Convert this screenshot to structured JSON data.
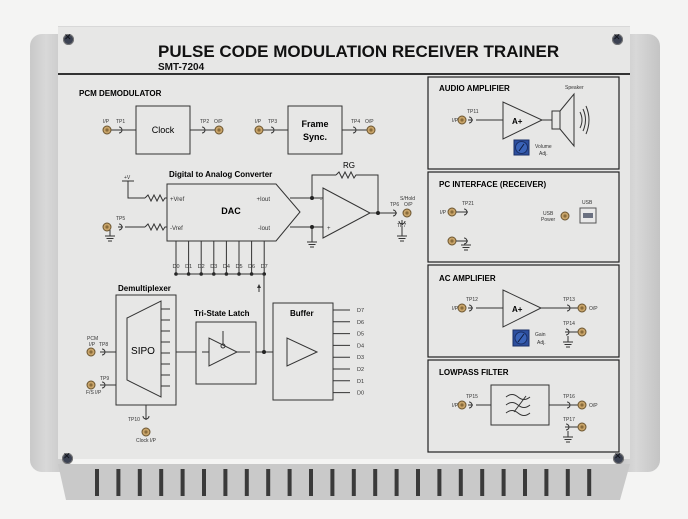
{
  "header": {
    "title": "PULSE CODE MODULATION RECEIVER TRAINER",
    "model": "SMT-7204"
  },
  "pcm_demodulator": {
    "title": "PCM DEMODULATOR",
    "clock": {
      "label": "Clock",
      "in_label": "I/P",
      "in_tp": "TP1",
      "out_tp": "TP2",
      "out_label": "O/P"
    },
    "frame_sync": {
      "label_line1": "Frame",
      "label_line2": "Sync.",
      "in_label": "I/P",
      "in_tp": "TP3",
      "out_tp": "TP4",
      "out_label": "O/P"
    },
    "dac": {
      "title": "Digital to Analog Converter",
      "label": "DAC",
      "vref_pos": "+Vref",
      "vref_neg": "-Vref",
      "iout_pos": "+Iout",
      "iout_neg": "-Iout",
      "supply": "+V",
      "tp5": "TP5",
      "feedback": "RG",
      "tp6": "TP6",
      "sh_label1": "S/Hold",
      "sh_label2": "O/P",
      "tp7": "TP7",
      "pins": [
        "D0",
        "D1",
        "D2",
        "D3",
        "D4",
        "D5",
        "D6",
        "D7"
      ]
    },
    "demux": {
      "title": "Demultiplexer",
      "label": "SIPO",
      "pcm_label1": "PCM",
      "pcm_label2": "I/P",
      "tp8": "TP8",
      "tp9": "TP9",
      "fs_label": "F/S I/P",
      "tp10": "TP10",
      "clock_label": "Clock I/P"
    },
    "latch": {
      "title": "Tri-State Latch"
    },
    "buffer": {
      "title": "Buffer",
      "outputs": [
        "D7",
        "D6",
        "D5",
        "D4",
        "D3",
        "D2",
        "D1",
        "D0"
      ]
    }
  },
  "audio_amplifier": {
    "title": "AUDIO AMPLIFIER",
    "in_label": "I/P",
    "tp": "TP11",
    "amp": "A+",
    "speaker": "Speaker",
    "knob_label1": "Volume",
    "knob_label2": "Adj."
  },
  "pc_interface": {
    "title": "PC INTERFACE (RECEIVER)",
    "in_label": "I/P",
    "tp": "TP21",
    "usb_power1": "USB",
    "usb_power2": "Power",
    "usb": "USB"
  },
  "ac_amplifier": {
    "title": "AC AMPLIFIER",
    "in_label": "I/P",
    "tp_in": "TP12",
    "amp": "A+",
    "tp_out": "TP13",
    "out_label": "O/P",
    "tp_gnd": "TP14",
    "knob_label1": "Gain",
    "knob_label2": "Adj."
  },
  "lowpass_filter": {
    "title": "LOWPASS FILTER",
    "in_label": "I/P",
    "tp_in": "TP15",
    "tp_out": "TP16",
    "out_label": "O/P",
    "tp_gnd": "TP17"
  },
  "colors": {
    "socket": "#c8a46a",
    "knob": "#2d4f9e",
    "panel": "#e7e7e6"
  }
}
